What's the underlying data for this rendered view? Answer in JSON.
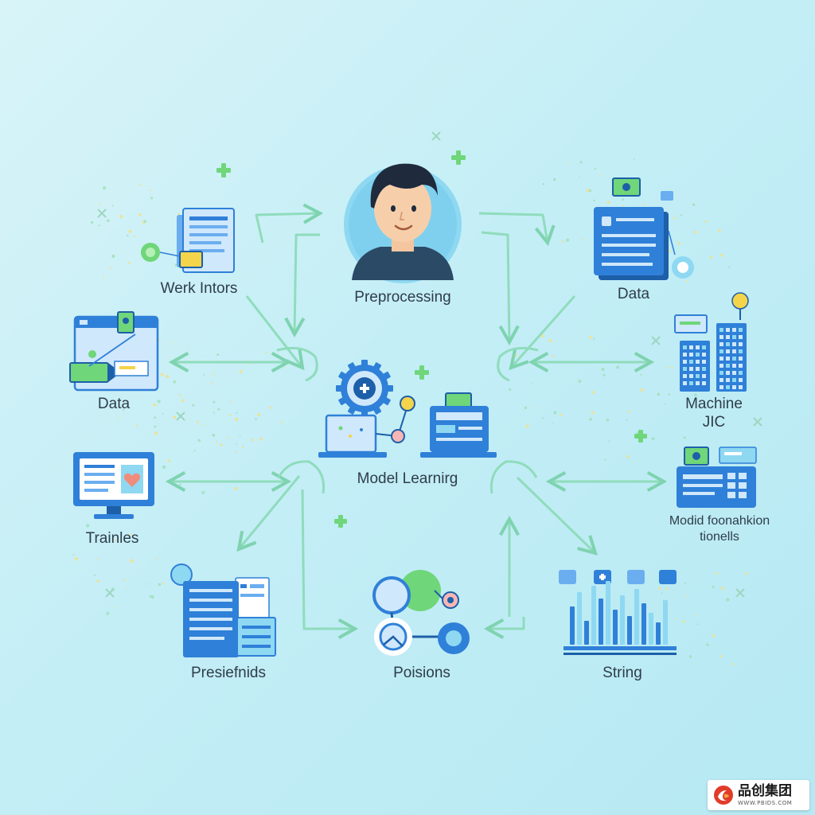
{
  "labels": {
    "top_center": "Preprocessing",
    "top_left": "Werk Intors",
    "top_right": "Data",
    "mid_left": "Data",
    "mid_right_line1": "Machine",
    "mid_right_line2": "JIC",
    "center": "Model Learnirg",
    "lower_left": "Trainles",
    "lower_right_line1": "Modid foonahkion",
    "lower_right_line2": "tionells",
    "bottom_left": "Presiefnids",
    "bottom_center": "Poisions",
    "bottom_right": "String"
  },
  "watermark": {
    "brand": "品创集团",
    "url": "WWW.PBIDS.COM"
  },
  "colors": {
    "primary_blue": "#2f80d8",
    "dark_blue": "#1d5fa8",
    "light_blue": "#cfe8fb",
    "accent_green": "#6fd67a",
    "accent_yellow": "#f4d44a",
    "arrow_green": "#7fd3b0",
    "text": "#2e3d4a"
  }
}
